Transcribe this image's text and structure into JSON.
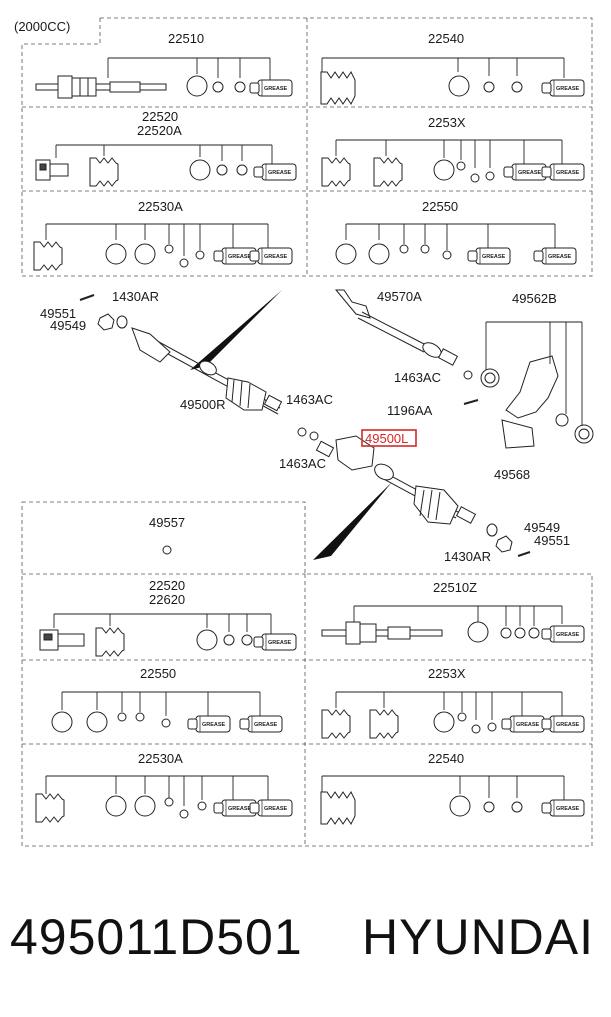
{
  "header": {
    "variant": "(2000CC)"
  },
  "boxes": {
    "box_22510": "22510",
    "box_22540_top": "22540",
    "box_22520_top": [
      "22520",
      "22520A"
    ],
    "box_2253x_top": "2253X",
    "box_22530a_top": "22530A",
    "box_22550_top": "22550",
    "box_49557": "49557",
    "box_22520_bot": [
      "22520",
      "22620"
    ],
    "box_22510z": "22510Z",
    "box_22550_bot": "22550",
    "box_2253x_bot": "2253X",
    "box_22530a_bot": "22530A",
    "box_22540_bot": "22540"
  },
  "grease_label": "GREASE",
  "callouts": {
    "c1430ar_top": "1430AR",
    "c49551_top": "49551",
    "c49549_top": "49549",
    "c49500r": "49500R",
    "c1463ac_a": "1463AC",
    "c1463ac_b": "1463AC",
    "c49570a": "49570A",
    "c49562b": "49562B",
    "c1463ac_c": "1463AC",
    "c1196aa": "1196AA",
    "c49568": "49568",
    "c49500l": "49500L",
    "c49549_bot": "49549",
    "c49551_bot": "49551",
    "c1430ar_bot": "1430AR"
  },
  "highlight_color": "#d62828",
  "footer": {
    "part_number": "495011D501",
    "brand": "HYUNDAI"
  }
}
